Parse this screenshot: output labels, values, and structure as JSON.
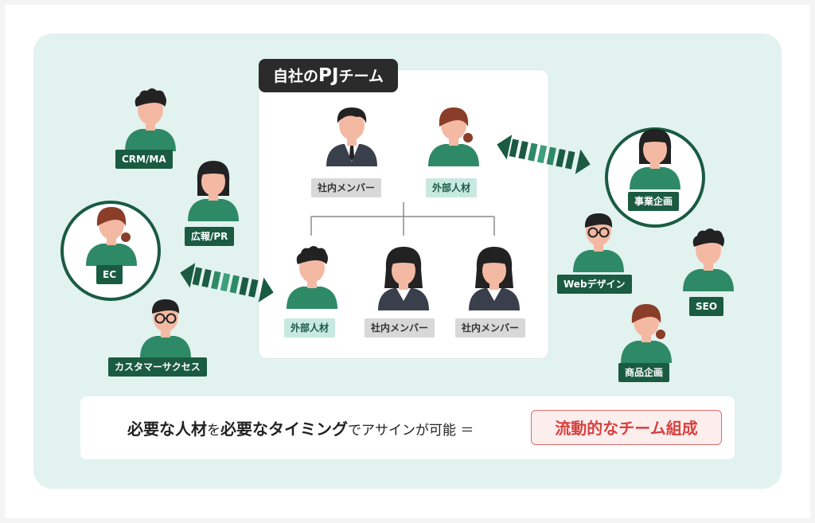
{
  "pj_title_prefix": "自社の",
  "pj_title_bold": "PJ",
  "pj_title_suffix": "チーム",
  "team": {
    "top_left": "社内メンバー",
    "top_right": "外部人材",
    "bottom_left": "外部人材",
    "bottom_center": "社内メンバー",
    "bottom_right": "社内メンバー"
  },
  "left_roles": {
    "crm": "CRM/MA",
    "pr": "広報/PR",
    "ec": "EC",
    "cs": "カスタマーサクセス"
  },
  "right_roles": {
    "planning": "事業企画",
    "web": "Webデザイン",
    "seo": "SEO",
    "product": "商品企画"
  },
  "banner": {
    "p1": "必要な人材",
    "p2": "を",
    "p3": "必要なタイミング",
    "p4": "でアサインが可能 ＝",
    "highlight": "流動的なチーム組成"
  },
  "colors": {
    "dark_green": "#1a5b42",
    "mid_green": "#2e8a66",
    "light_green": "#c8e9df",
    "panel_bg": "#e2f2ef",
    "accent_red": "#d8413f"
  }
}
